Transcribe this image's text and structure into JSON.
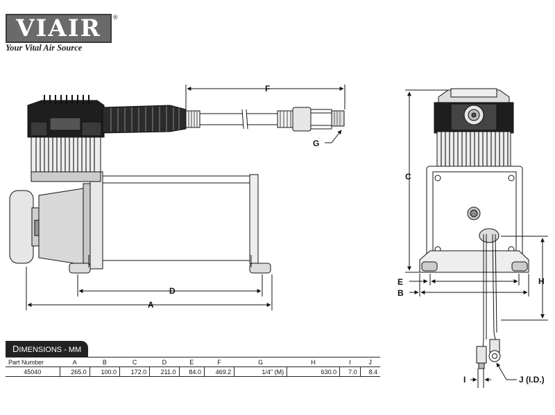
{
  "logo": {
    "wordmark": "VIAIR",
    "registered": "®",
    "tagline": "Your Vital Air Source"
  },
  "dimension_labels": {
    "A": "A",
    "B": "B",
    "C": "C",
    "D": "D",
    "E": "E",
    "F": "F",
    "G": "G",
    "H": "H",
    "I": "I",
    "J": "J (I.D.)"
  },
  "table": {
    "title_prefix": "D",
    "title_rest": "IMENSIONS - MM",
    "headers": [
      "Part Number",
      "A",
      "B",
      "C",
      "D",
      "E",
      "F",
      "G",
      "H",
      "I",
      "J"
    ],
    "rows": [
      [
        "45040",
        "265.0",
        "100.0",
        "172.0",
        "211.0",
        "84.0",
        "469.2",
        "1/4\" (M)",
        "630.0",
        "7.0",
        "8.4"
      ]
    ]
  }
}
